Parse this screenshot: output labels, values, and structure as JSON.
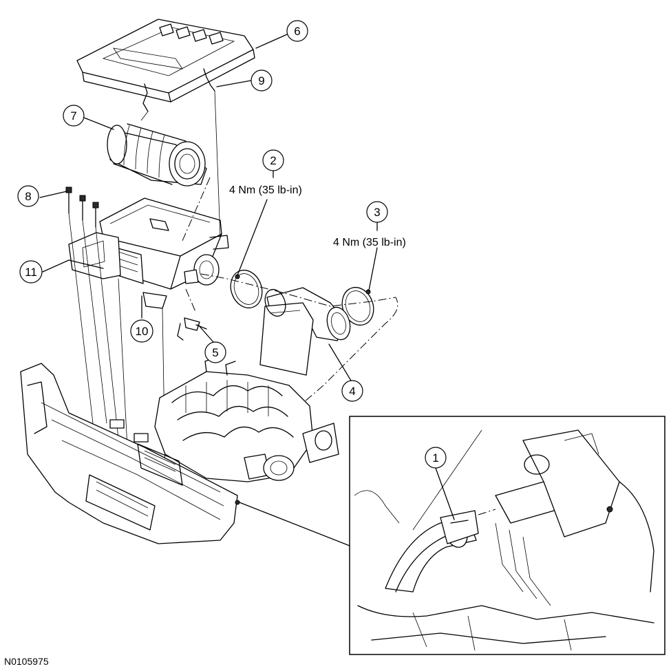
{
  "callouts": [
    {
      "number": "1"
    },
    {
      "number": "2"
    },
    {
      "number": "3"
    },
    {
      "number": "4"
    },
    {
      "number": "5"
    },
    {
      "number": "6"
    },
    {
      "number": "7"
    },
    {
      "number": "8"
    },
    {
      "number": "9"
    },
    {
      "number": "10"
    },
    {
      "number": "11"
    }
  ],
  "torque_specs": {
    "clamp_2": "4 Nm (35 lb-in)",
    "clamp_3": "4 Nm (35 lb-in)"
  },
  "figure_id": "N0105975"
}
